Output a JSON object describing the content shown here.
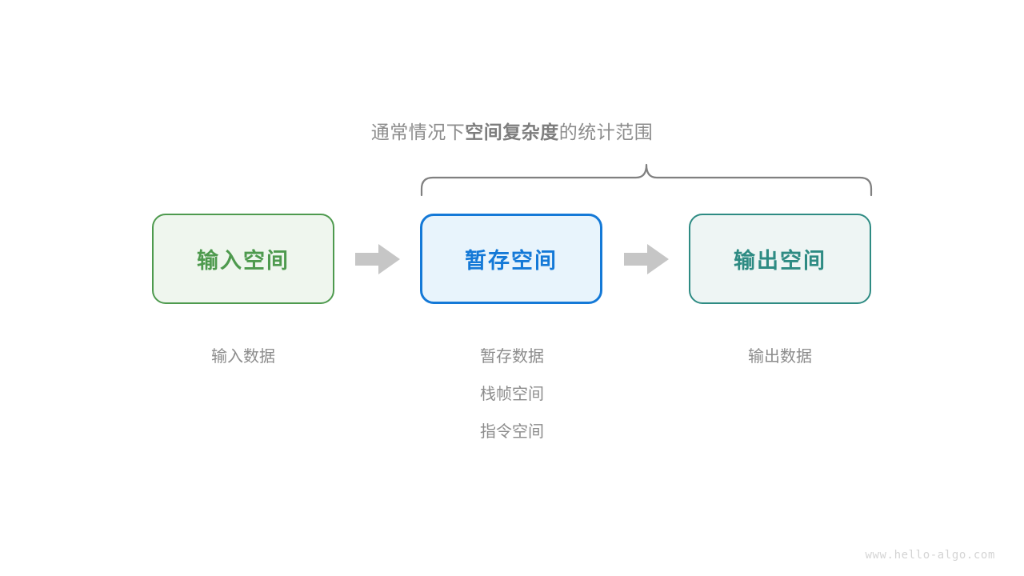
{
  "diagram": {
    "scope_title": {
      "prefix": "通常情况下",
      "emphasis": "空间复杂度",
      "suffix": "的统计范围"
    },
    "brace": {
      "name": "curly-brace-spanning-temp-and-output",
      "color": "#808080"
    },
    "stages": [
      {
        "id": "input",
        "label": "输入空间",
        "border_color": "#4e9a4e",
        "fill_color": "#eff6ee",
        "text_color": "#4e9a4e",
        "captions": [
          "输入数据"
        ]
      },
      {
        "id": "temp",
        "label": "暂存空间",
        "border_color": "#1479d7",
        "fill_color": "#e8f4fc",
        "text_color": "#1479d7",
        "captions": [
          "暂存数据",
          "栈帧空间",
          "指令空间"
        ]
      },
      {
        "id": "output",
        "label": "输出空间",
        "border_color": "#2e8b83",
        "fill_color": "#eef5f4",
        "text_color": "#2e8b83",
        "captions": [
          "输出数据"
        ]
      }
    ],
    "arrows": [
      {
        "id": "arrow-input-to-temp",
        "color": "#c6c6c6"
      },
      {
        "id": "arrow-temp-to-output",
        "color": "#c6c6c6"
      }
    ],
    "watermark": "www.hello-algo.com"
  }
}
